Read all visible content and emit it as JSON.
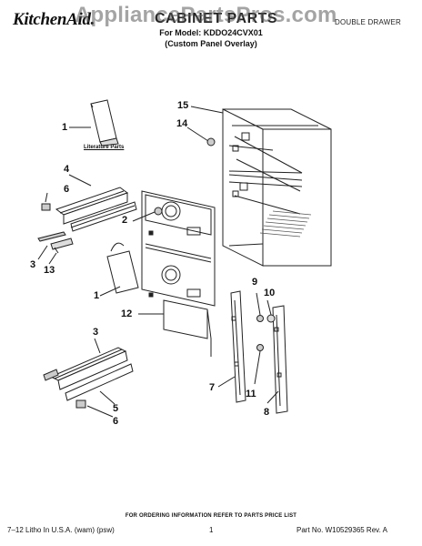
{
  "header": {
    "brand": "KitchenAid.",
    "title": "CABINET PARTS",
    "watermark": "AppliancePartsPros.com",
    "model_line": "For Model: KDDO24CVX01",
    "panel_line": "(Custom Panel Overlay)",
    "drawer_type": "DOUBLE DRAWER"
  },
  "labels": {
    "literature": "Literature Parts"
  },
  "callouts": [
    {
      "id": "c1a",
      "text": "1"
    },
    {
      "id": "c4",
      "text": "4"
    },
    {
      "id": "c6a",
      "text": "6"
    },
    {
      "id": "c3a",
      "text": "3"
    },
    {
      "id": "c13",
      "text": "13"
    },
    {
      "id": "c2",
      "text": "2"
    },
    {
      "id": "c1b",
      "text": "1"
    },
    {
      "id": "c12",
      "text": "12"
    },
    {
      "id": "c3b",
      "text": "3"
    },
    {
      "id": "c5",
      "text": "5"
    },
    {
      "id": "c6b",
      "text": "6"
    },
    {
      "id": "c15",
      "text": "15"
    },
    {
      "id": "c14",
      "text": "14"
    },
    {
      "id": "c9",
      "text": "9"
    },
    {
      "id": "c10",
      "text": "10"
    },
    {
      "id": "c7",
      "text": "7"
    },
    {
      "id": "c11",
      "text": "11"
    },
    {
      "id": "c8",
      "text": "8"
    }
  ],
  "footer": {
    "order_note": "FOR ORDERING INFORMATION REFER TO PARTS PRICE LIST",
    "left": "7–12 Litho In U.S.A. (wam) (psw)",
    "page": "1",
    "right": "Part No. W10529365 Rev. A"
  }
}
